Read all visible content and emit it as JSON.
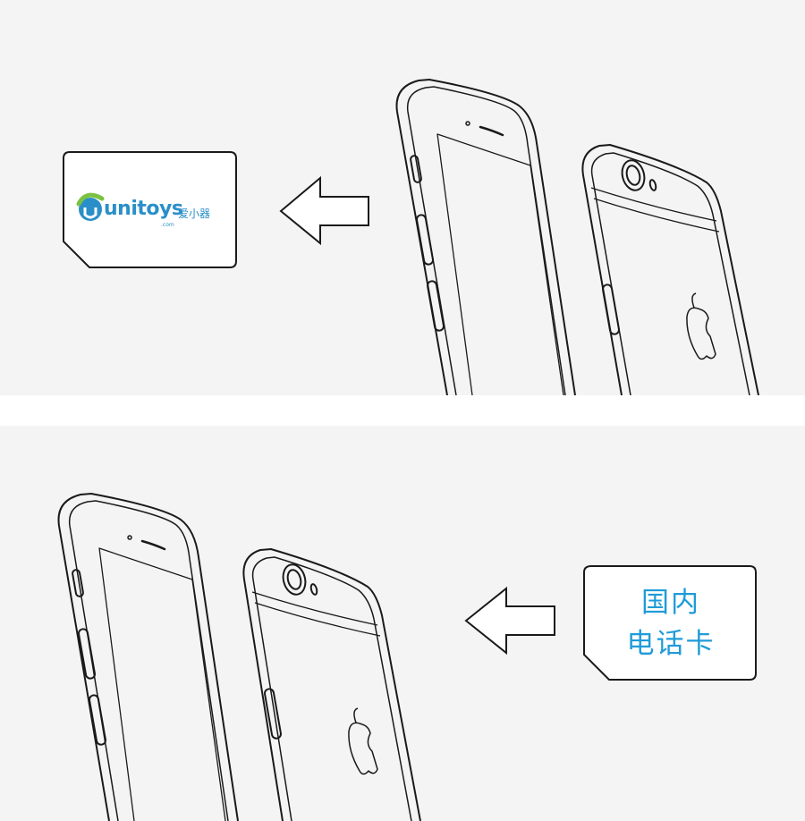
{
  "panels": [
    {
      "id": "remove-card",
      "sim_card": {
        "logo": {
          "wordmark": "unitoys",
          "chinese": "爱小器",
          "domain": ".com"
        }
      },
      "arrow_direction": "left"
    },
    {
      "id": "insert-card",
      "sim_card": {
        "label_line1": "国内",
        "label_line2": "电话卡"
      },
      "arrow_direction": "left"
    }
  ],
  "colors": {
    "panel_background": "#f4f4f4",
    "divider": "#ffffff",
    "line_art": "#1a1a1a",
    "label_blue": "#1f9bd8",
    "logo_blue": "#2a8fc8",
    "logo_green": "#7cc242"
  },
  "icons": [
    "sim-card-icon",
    "left-arrow-icon",
    "phone-front-icon",
    "phone-back-icon",
    "apple-logo-icon"
  ]
}
